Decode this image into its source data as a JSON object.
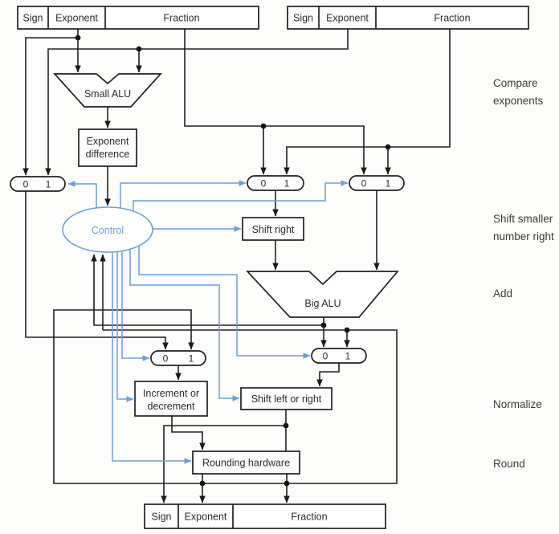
{
  "registers": {
    "top_left": {
      "sign": "Sign",
      "exponent": "Exponent",
      "fraction": "Fraction"
    },
    "top_right": {
      "sign": "Sign",
      "exponent": "Exponent",
      "fraction": "Fraction"
    },
    "bottom": {
      "sign": "Sign",
      "exponent": "Exponent",
      "fraction": "Fraction"
    }
  },
  "blocks": {
    "small_alu": "Small ALU",
    "exponent_difference": [
      "Exponent",
      "difference"
    ],
    "control": "Control",
    "shift_right": "Shift right",
    "big_alu": "Big ALU",
    "increment_decrement": [
      "Increment or",
      "decrement"
    ],
    "shift_left_right": "Shift left or right",
    "rounding_hardware": "Rounding hardware"
  },
  "mux": {
    "zero": "0",
    "one": "1"
  },
  "stages": {
    "compare": [
      "Compare",
      "exponents"
    ],
    "shift_smaller": [
      "Shift smaller",
      "number right"
    ],
    "add": "Add",
    "normalize": "Normalize",
    "round": "Round"
  },
  "colors": {
    "wire": "#231f20",
    "control_blue": "#6b9fd8",
    "background": "#fdfdfc"
  }
}
